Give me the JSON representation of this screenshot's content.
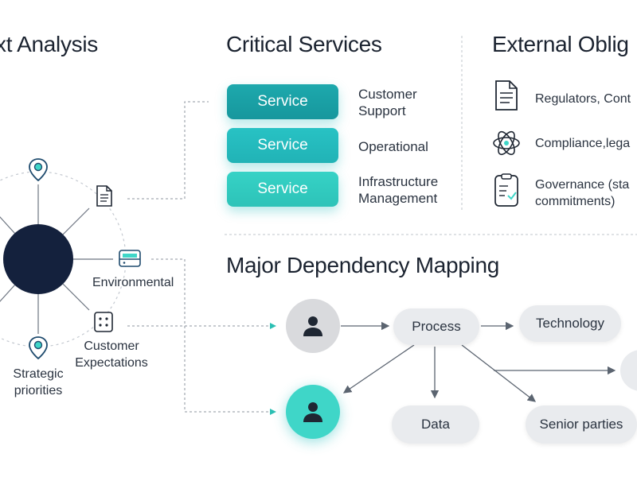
{
  "headings": {
    "context": "xt Analysis",
    "critical": "Critical Services",
    "external": "External Oblig",
    "dependency": "Major Dependency Mapping"
  },
  "services": [
    {
      "button": "Service",
      "label_line1": "Customer",
      "label_line2": "Support"
    },
    {
      "button": "Service",
      "label_line1": "Operational",
      "label_line2": ""
    },
    {
      "button": "Service",
      "label_line1": "Infrastructure",
      "label_line2": "Management"
    }
  ],
  "obligations": [
    {
      "icon": "document-icon",
      "line1": "Regulators, Cont",
      "line2": ""
    },
    {
      "icon": "atom-icon",
      "line1": "Compliance,lega",
      "line2": ""
    },
    {
      "icon": "clipboard-check-icon",
      "line1": "Governance (sta",
      "line2": "commitments)"
    }
  ],
  "context_nodes": {
    "environmental": "Environmental",
    "customer_line1": "Customer",
    "customer_line2": "Expectations",
    "strategic_line1": "Strategic",
    "strategic_line2": "priorities"
  },
  "dependency_nodes": {
    "process": "Process",
    "technology": "Technology",
    "data": "Data",
    "senior": "Senior parties"
  },
  "colors": {
    "teal_dark": "#1aa9a9",
    "teal_light": "#3fd6c8",
    "navy": "#14213d",
    "gray_circle": "#d9dadd",
    "pill": "#e9ebee"
  }
}
